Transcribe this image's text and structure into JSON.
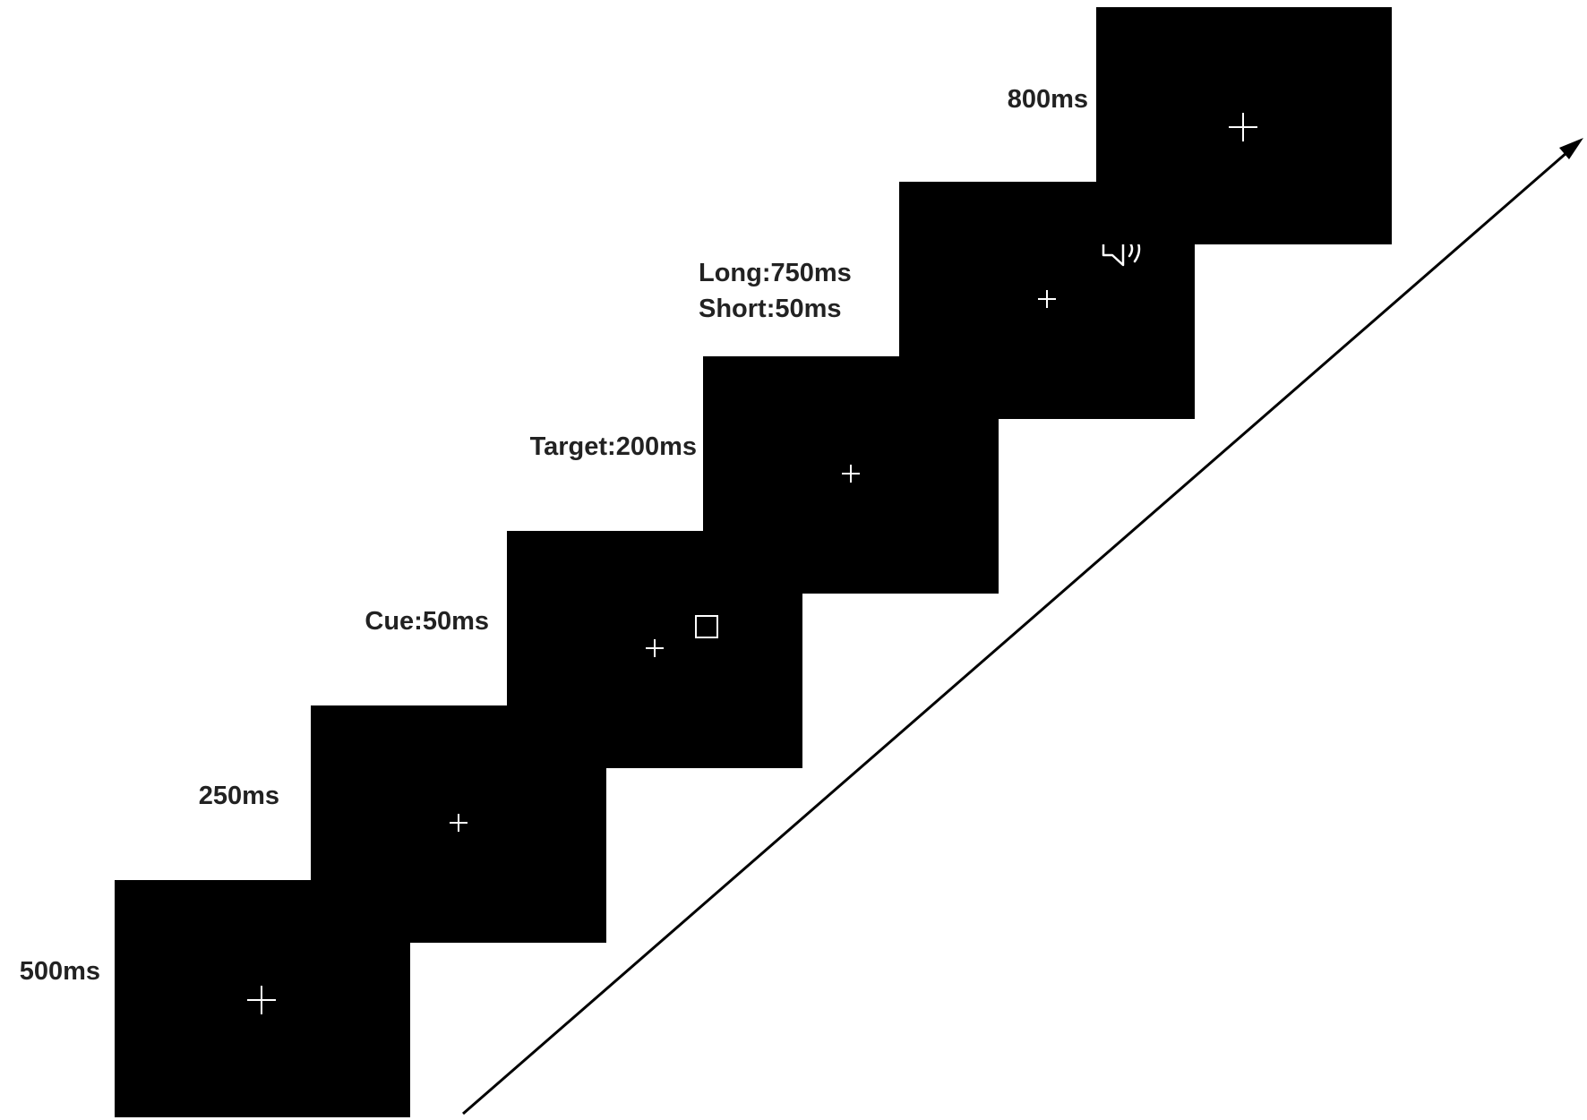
{
  "trial_sequence": {
    "screens": [
      {
        "duration_label": "500ms",
        "stimuli": [
          "fixation-cross"
        ]
      },
      {
        "duration_label": "250ms",
        "stimuli": [
          "fixation-cross"
        ]
      },
      {
        "duration_label": "Cue:50ms",
        "stimuli": [
          "fixation-cross",
          "cue-square"
        ]
      },
      {
        "duration_label": "Target:200ms",
        "stimuli": [
          "fixation-cross"
        ]
      },
      {
        "duration_label_lines": [
          "Long:750ms",
          "Short:50ms"
        ],
        "stimuli": [
          "fixation-cross",
          "speaker-icon"
        ]
      },
      {
        "duration_label": "800ms",
        "stimuli": [
          "fixation-cross"
        ]
      }
    ]
  },
  "time_arrow": {
    "direction": "up-right",
    "icon": "arrow-icon"
  },
  "colors": {
    "screen_background": "#000000",
    "stimulus": "#ffffff",
    "label_text": "#222222",
    "arrow": "#000000"
  }
}
